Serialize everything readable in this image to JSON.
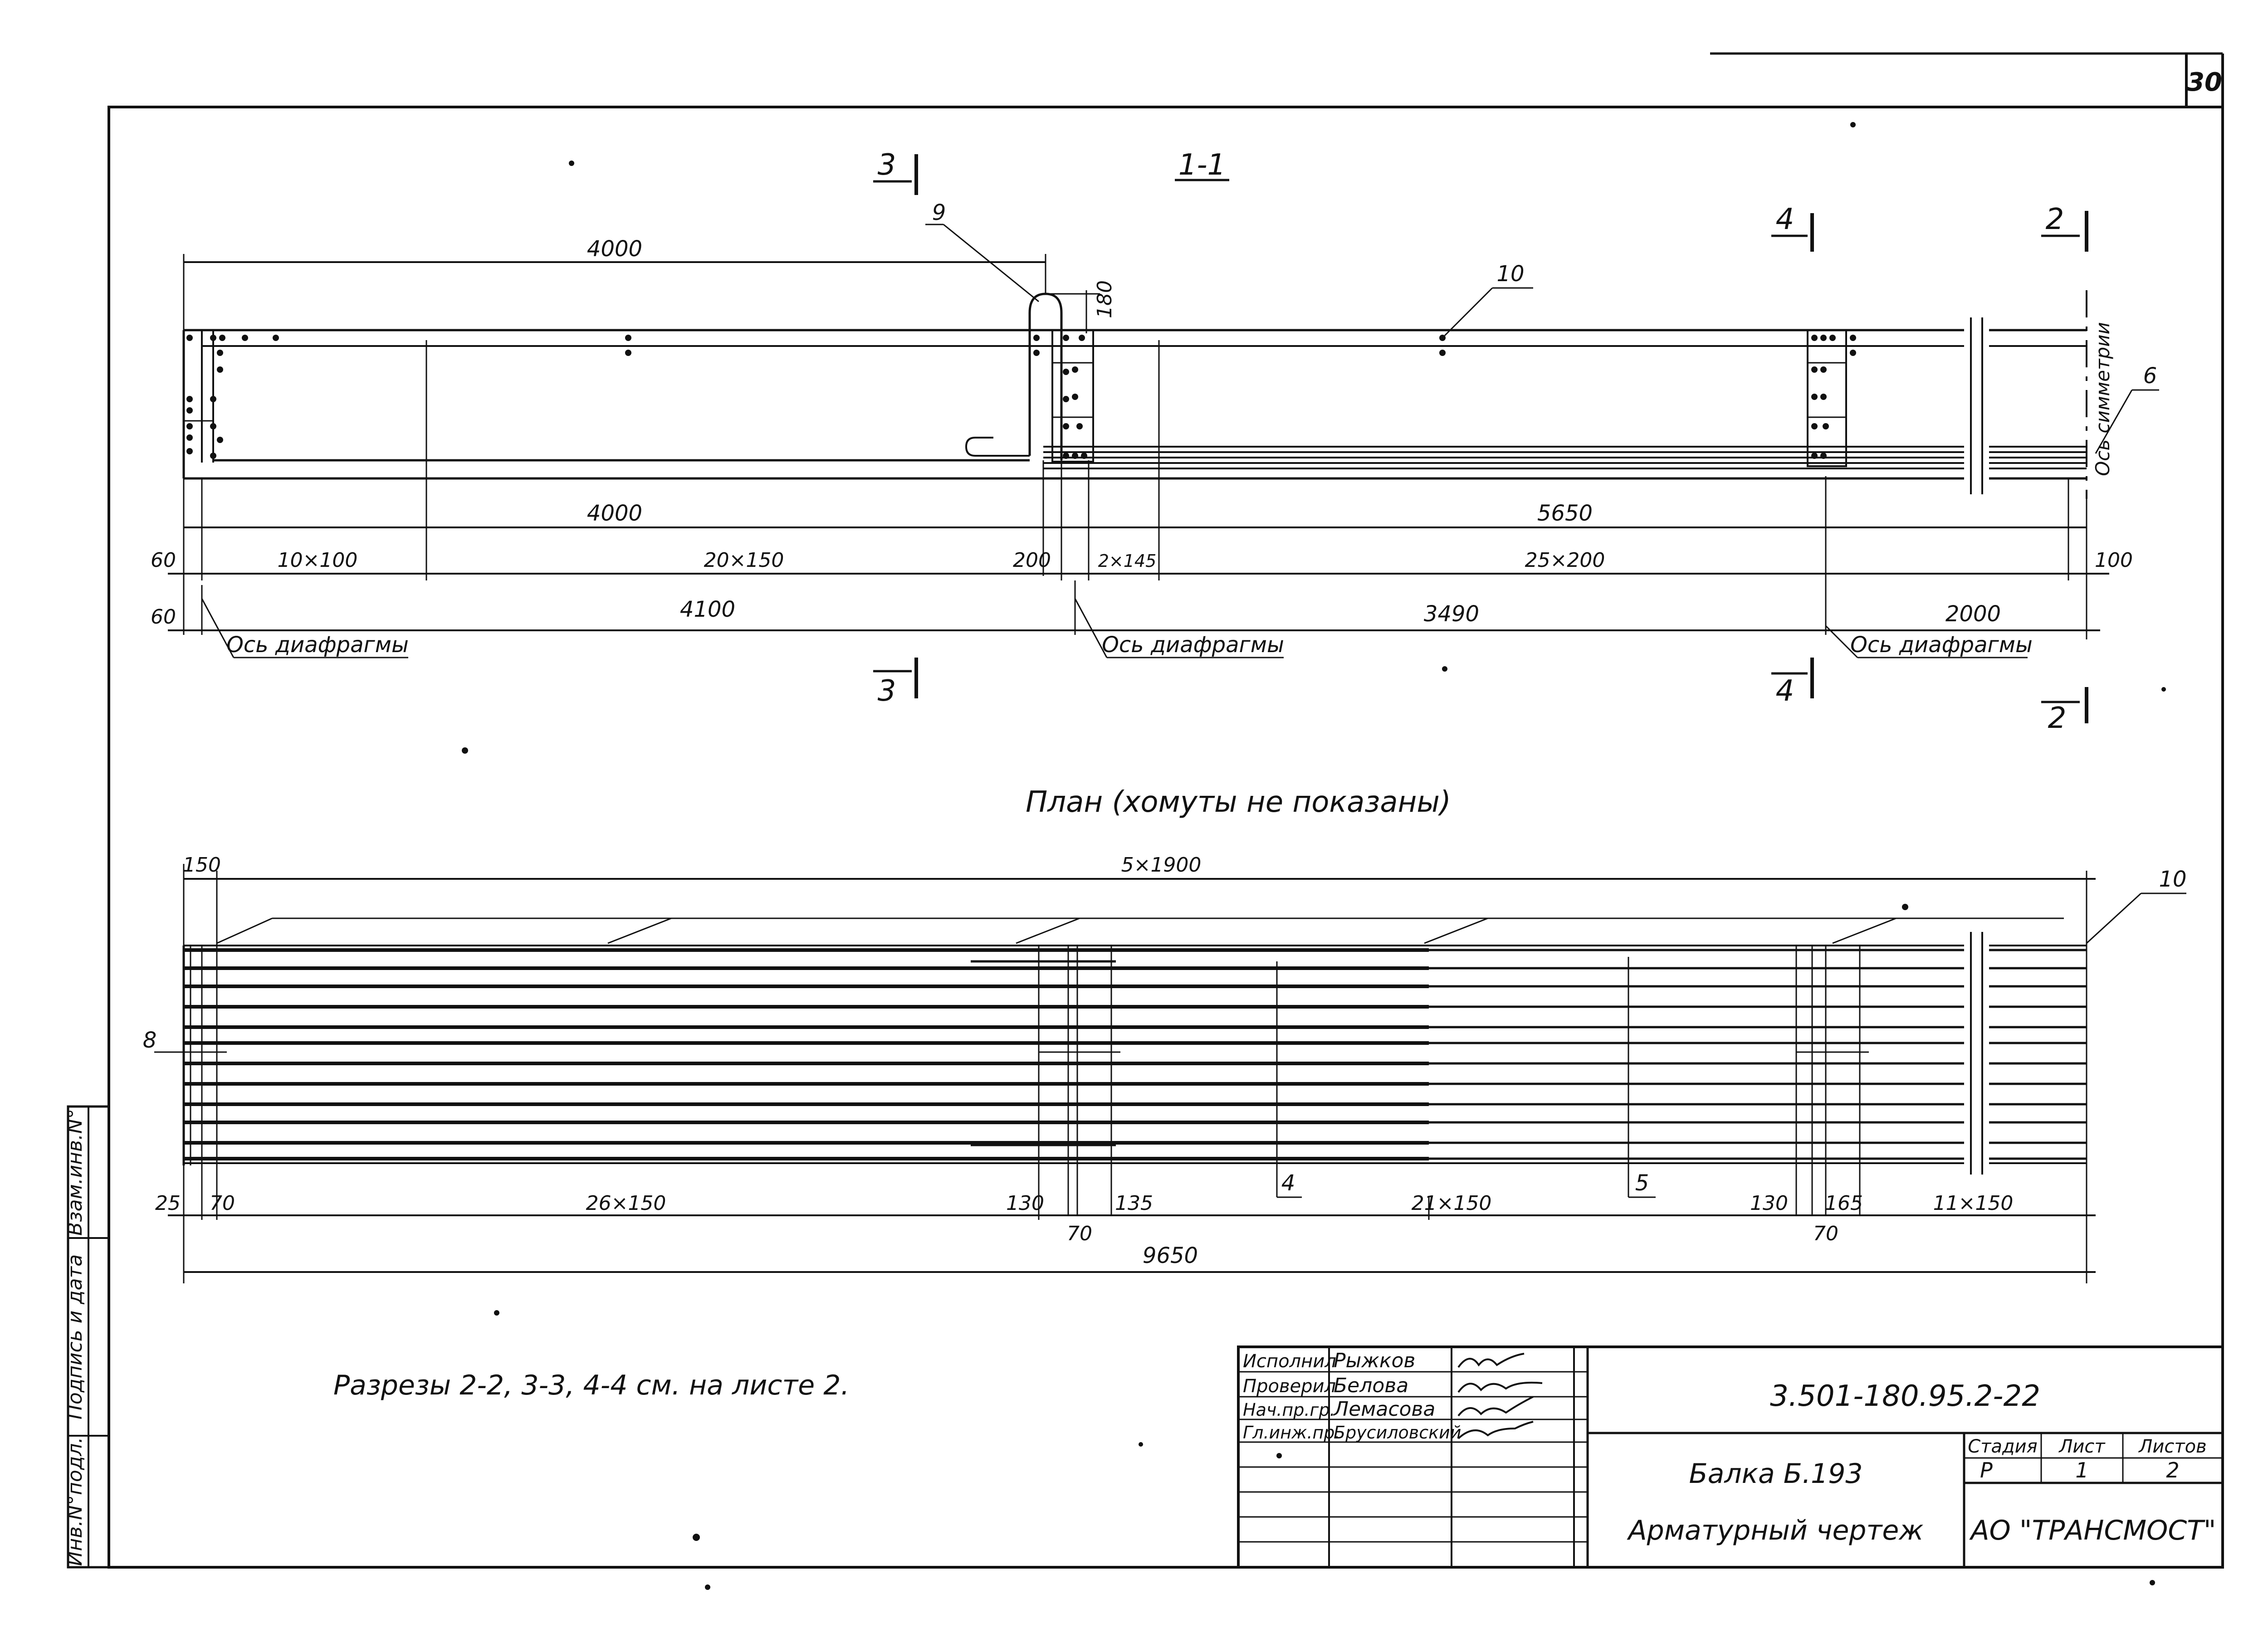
{
  "sheet_number": "30",
  "section_1_1": {
    "title": "1-1",
    "cut_3": "3",
    "cut_4": "4",
    "cut_2": "2",
    "leader_9": "9",
    "leader_10": "10",
    "leader_6": "6",
    "dim_180": "180",
    "dim_top_4000": "4000",
    "dim_4000": "4000",
    "dim_5650": "5650",
    "dim_10x100": "10×100",
    "dim_20x150": "20×150",
    "dim_200": "200",
    "dim_2x145": "2×145",
    "dim_25x200": "25×200",
    "dim_100": "100",
    "dim_60a": "60",
    "dim_60b": "60",
    "dim_4100": "4100",
    "dim_3490": "3490",
    "dim_2000": "2000",
    "axis_diaphragm_1": "Ось диафрагмы",
    "axis_diaphragm_2": "Ось диафрагмы",
    "axis_diaphragm_3": "Ось диафрагмы",
    "axis_symmetry": "Ось симметрии"
  },
  "plan": {
    "title": "План (хомуты не показаны)",
    "dim_150": "150",
    "dim_5x1900": "5×1900",
    "leader_10": "10",
    "leader_8": "8",
    "leader_4": "4",
    "leader_5": "5",
    "dim_25": "25",
    "dim_70a": "70",
    "dim_26x150": "26×150",
    "dim_130a": "130",
    "dim_70b": "70",
    "dim_135": "135",
    "dim_21x150": "21×150",
    "dim_130b": "130",
    "dim_165": "165",
    "dim_70c": "70",
    "dim_11x150": "11×150",
    "dim_9650": "9650"
  },
  "note": "Разрезы 2-2, 3-3, 4-4 см. на листе 2.",
  "side_stamp": {
    "inv_podl": "Инв.N°подл.",
    "podpis": "Подпись и дата",
    "vzam": "Взам.инв.N°"
  },
  "title_block": {
    "roles": [
      {
        "role": "Исполнил",
        "name": "Рыжков"
      },
      {
        "role": "Проверил",
        "name": "Белова"
      },
      {
        "role": "Нач.пр.гр.",
        "name": "Лемасова"
      },
      {
        "role": "Гл.инж.пр.",
        "name": "Брусиловский"
      }
    ],
    "doc_code": "3.501-180.95.2-22",
    "object_name": "Балка Б.193",
    "drawing_type": "Арматурный чертеж",
    "stage_label": "Стадия",
    "sheet_label": "Лист",
    "sheets_label": "Листов",
    "stage": "Р",
    "sheet": "1",
    "sheets": "2",
    "company": "АО \"ТРАНСМОСТ\""
  }
}
